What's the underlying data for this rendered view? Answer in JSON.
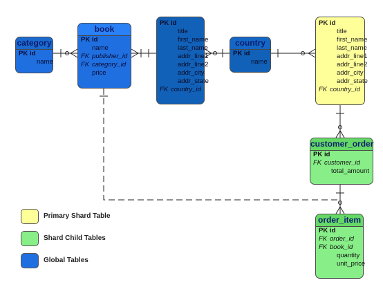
{
  "colors": {
    "global": "#1f6fe0",
    "primary_shard": "#ffff99",
    "shard_child": "#88ee88"
  },
  "entities": {
    "category": {
      "title": "category",
      "rows": [
        {
          "key": "PK",
          "name": "id"
        },
        {
          "key": "",
          "name": "name"
        }
      ]
    },
    "book": {
      "title": "book",
      "rows": [
        {
          "key": "PK",
          "name": "id"
        },
        {
          "key": "",
          "name": "name"
        },
        {
          "key": "FK",
          "name": "publisher_id"
        },
        {
          "key": "FK",
          "name": "category_id"
        },
        {
          "key": "",
          "name": "price"
        }
      ]
    },
    "publisher": {
      "title": "",
      "rows": [
        {
          "key": "PK",
          "name": "id"
        },
        {
          "key": "",
          "name": "title"
        },
        {
          "key": "",
          "name": "first_name"
        },
        {
          "key": "",
          "name": "last_name"
        },
        {
          "key": "",
          "name": "addr_line1"
        },
        {
          "key": "",
          "name": "addr_line2"
        },
        {
          "key": "",
          "name": "addr_city"
        },
        {
          "key": "",
          "name": "addr_state"
        },
        {
          "key": "FK",
          "name": "country_id"
        }
      ]
    },
    "country": {
      "title": "country",
      "rows": [
        {
          "key": "PK",
          "name": "id"
        },
        {
          "key": "",
          "name": "name"
        }
      ]
    },
    "customer": {
      "title": "",
      "rows": [
        {
          "key": "PK",
          "name": "id"
        },
        {
          "key": "",
          "name": "title"
        },
        {
          "key": "",
          "name": "first_name"
        },
        {
          "key": "",
          "name": "last_name"
        },
        {
          "key": "",
          "name": "addr_line1"
        },
        {
          "key": "",
          "name": "addr_line2"
        },
        {
          "key": "",
          "name": "addr_city"
        },
        {
          "key": "",
          "name": "addr_state"
        },
        {
          "key": "FK",
          "name": "country_id"
        }
      ]
    },
    "customer_order": {
      "title": "customer_order",
      "rows": [
        {
          "key": "PK",
          "name": "id"
        },
        {
          "key": "FK",
          "name": "customer_id"
        },
        {
          "key": "",
          "name": "total_amount"
        }
      ]
    },
    "order_item": {
      "title": "order_item",
      "rows": [
        {
          "key": "PK",
          "name": "id"
        },
        {
          "key": "FK",
          "name": "order_id"
        },
        {
          "key": "FK",
          "name": "book_id"
        },
        {
          "key": "",
          "name": "quantity"
        },
        {
          "key": "",
          "name": "unit_price"
        }
      ]
    }
  },
  "legend": [
    {
      "label": "Primary Shard Table",
      "color": "#ffff99"
    },
    {
      "label": "Shard Child Tables",
      "color": "#88ee88"
    },
    {
      "label": "Global Tables",
      "color": "#1f6fe0"
    }
  ]
}
